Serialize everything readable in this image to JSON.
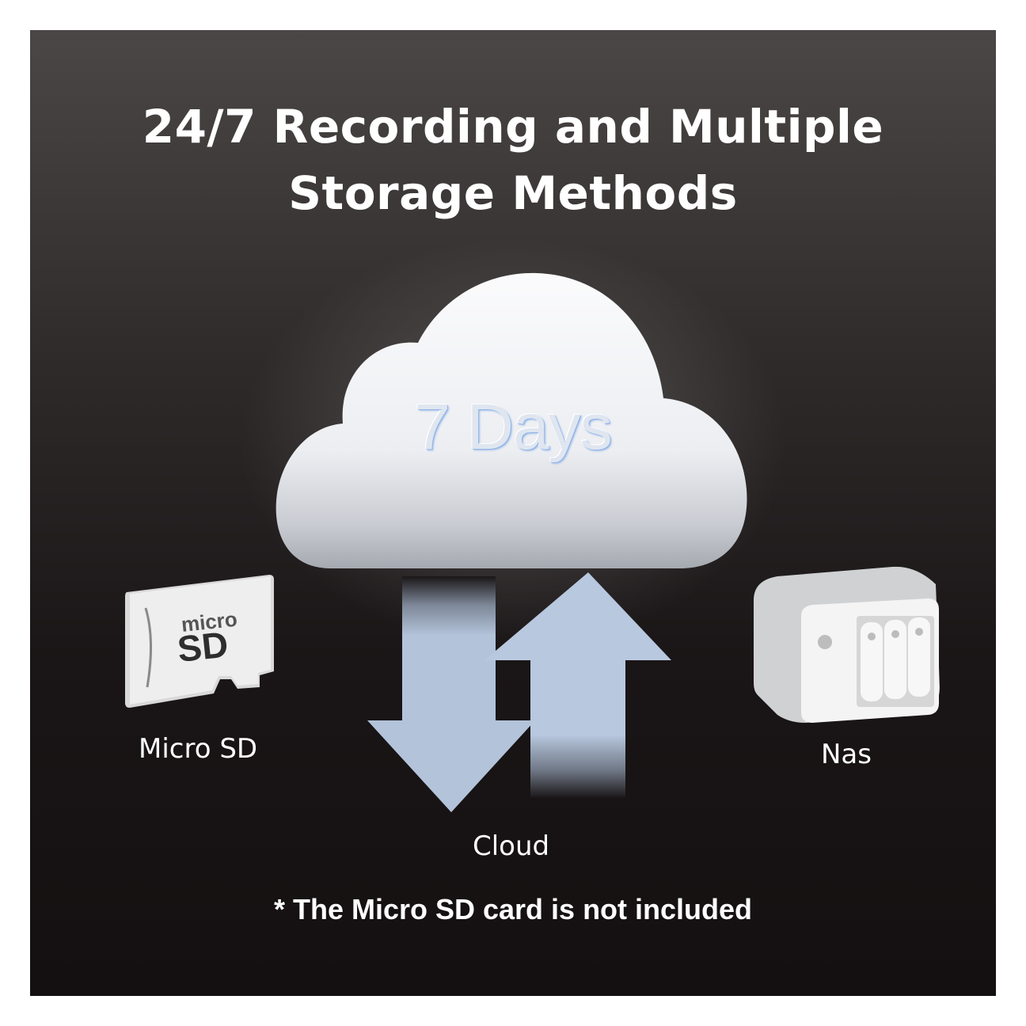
{
  "title": {
    "line1": "24/7 Recording and Multiple",
    "line2": "Storage Methods"
  },
  "cloud": {
    "icon": "cloud-icon",
    "retention_text": "7 Days",
    "label": "Cloud",
    "arrows": [
      "download-arrow-icon",
      "upload-arrow-icon"
    ]
  },
  "micro_sd": {
    "icon": "micro-sd-card-icon",
    "card_text_top": "micro",
    "card_text_bottom": "SD",
    "label": "Micro SD"
  },
  "nas": {
    "icon": "nas-drive-icon",
    "label": "Nas"
  },
  "footnote": "* The Micro SD card is not included",
  "colors": {
    "background_top": "#4b4746",
    "background_bottom": "#141011",
    "arrow": "#b8c8df",
    "cloud": "#f2f3f5",
    "text": "#ffffff"
  }
}
